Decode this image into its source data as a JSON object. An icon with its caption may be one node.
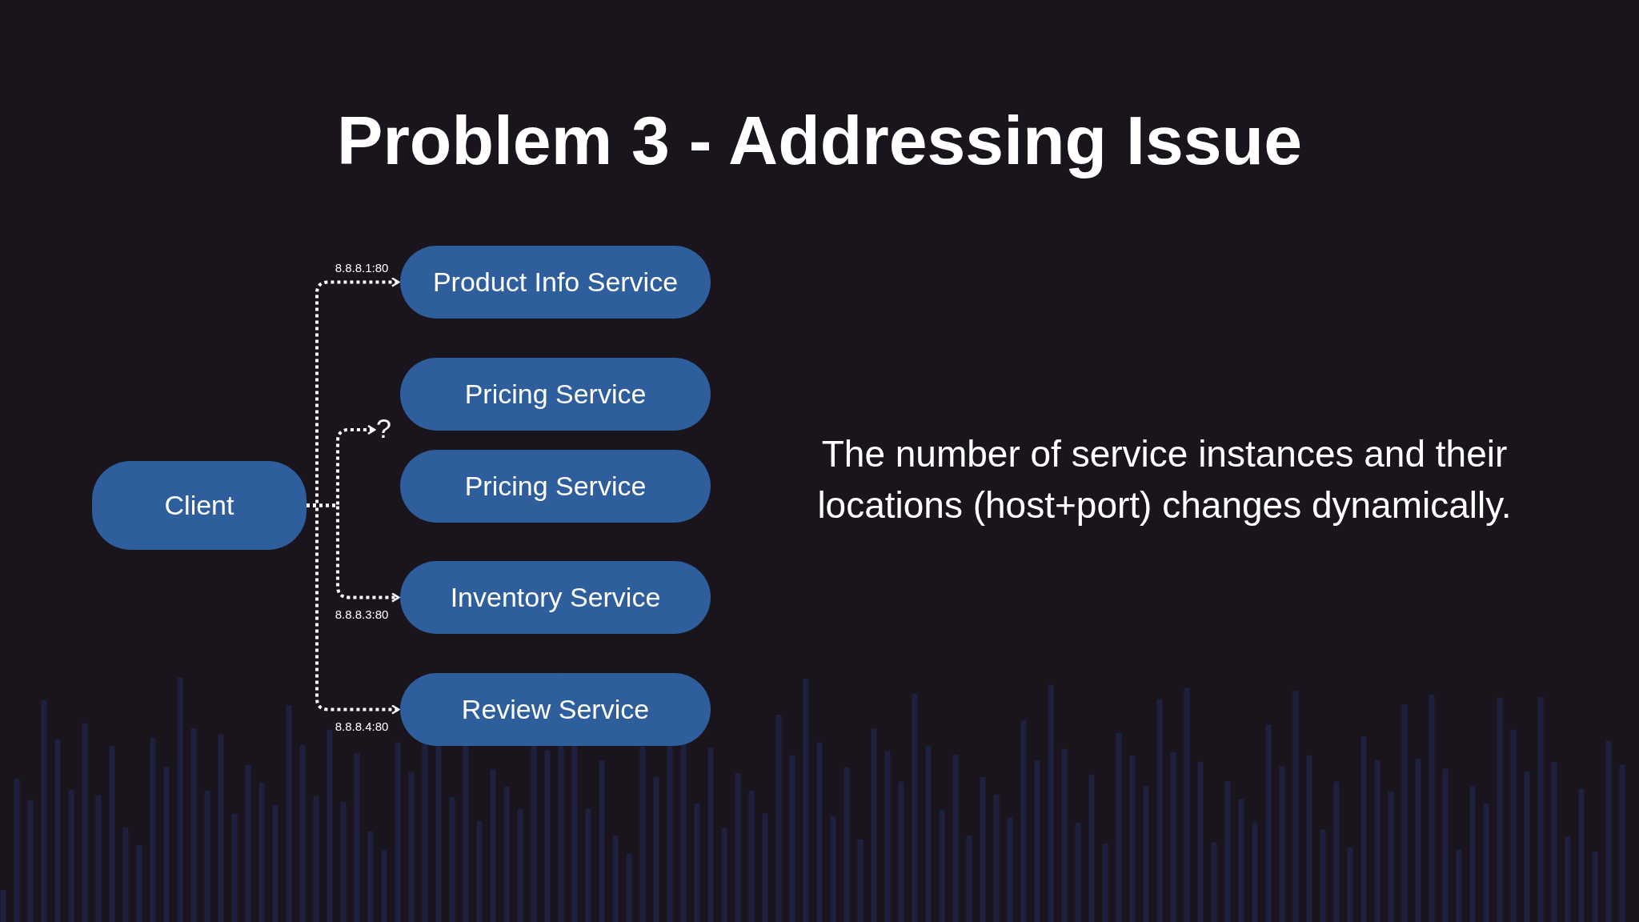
{
  "diagram": {
    "title": "Problem 3 - Addressing Issue",
    "nodes": [
      {
        "text": [
          "Client"
        ]
      },
      {
        "text": [
          "Product Info Service"
        ]
      },
      {
        "text": [
          "Pricing Service"
        ]
      },
      {
        "text": [
          "Pricing Service"
        ]
      },
      {
        "text": [
          "Inventory Service"
        ]
      },
      {
        "text": [
          "Review Service"
        ]
      },
      {
        "text": [
          "?"
        ]
      }
    ],
    "edges": [
      {
        "from": 0,
        "to": 1,
        "arrow": "to",
        "label": "8.8.8.1:80",
        "style": "dashed"
      },
      {
        "from": 0,
        "to": 6,
        "arrow": "to",
        "style": "dashed"
      },
      {
        "from": 0,
        "to": 4,
        "arrow": "to",
        "label": "8.8.8.3:80",
        "style": "dashed"
      },
      {
        "from": 0,
        "to": 5,
        "arrow": "to",
        "label": "8.8.8.4:80",
        "style": "dashed"
      }
    ],
    "labels": [
      "The number of service instances and their locations (host+port) changes dynamically."
    ]
  }
}
